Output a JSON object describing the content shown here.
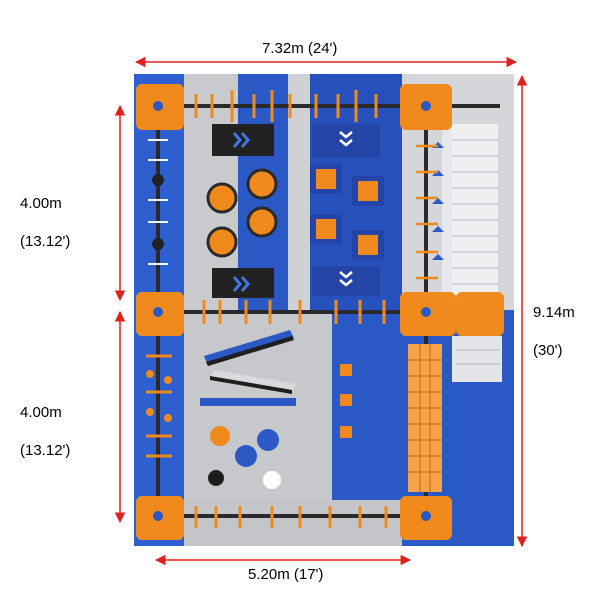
{
  "dimensions": {
    "top_width": "7.32m (24')",
    "bottom_width": "5.20m (17')",
    "left_upper_m": "4.00m",
    "left_upper_ft": "(13.12')",
    "left_lower_m": "4.00m",
    "left_lower_ft": "(13.12')",
    "right_m": "9.14m",
    "right_ft": "(30')"
  },
  "colors": {
    "dimension_line": "#e0201c",
    "blue": "#2a58c4",
    "orange": "#f08a1c",
    "gray": "#c6c8cc",
    "frame": "#2a2a2a"
  }
}
